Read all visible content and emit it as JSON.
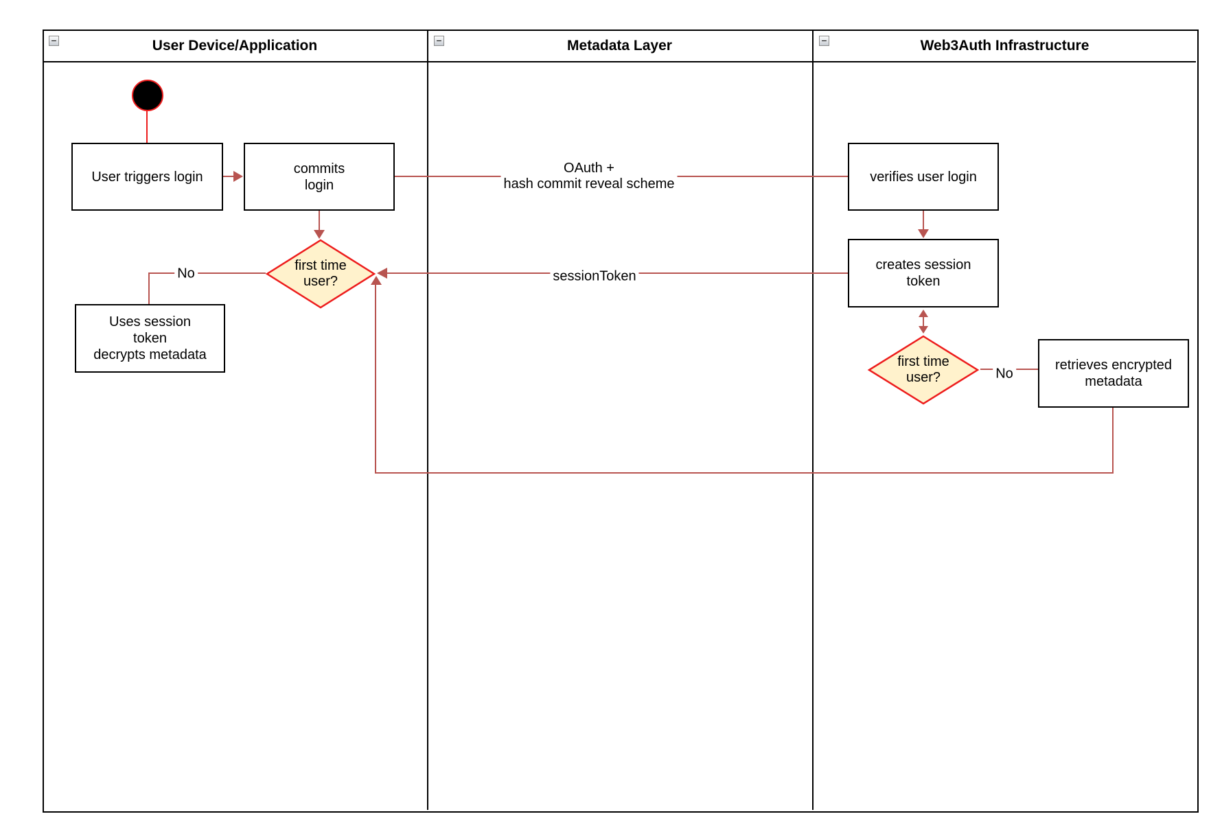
{
  "lanes": [
    {
      "title": "User Device/Application"
    },
    {
      "title": "Metadata Layer"
    },
    {
      "title": "Web3Auth Infrastructure"
    }
  ],
  "nodes": {
    "user_triggers": "User triggers login",
    "commits": "commits\nlogin",
    "decision1": "first time\nuser?",
    "uses_session": "Uses session\ntoken\ndecrypts metadata",
    "verifies": "verifies user login",
    "creates": "creates session\ntoken",
    "decision2": "first time\nuser?",
    "retrieves": "retrieves encrypted\nmetadata"
  },
  "edge_labels": {
    "oauth": "OAuth +\nhash commit reveal scheme",
    "session_token": "sessionToken",
    "no1": "No",
    "no2": "No"
  },
  "icons": {
    "collapse": "−"
  },
  "colors": {
    "edge": "#B85450",
    "shape_red": "#ED1C1C",
    "decision_fill": "#FFF2CC"
  }
}
